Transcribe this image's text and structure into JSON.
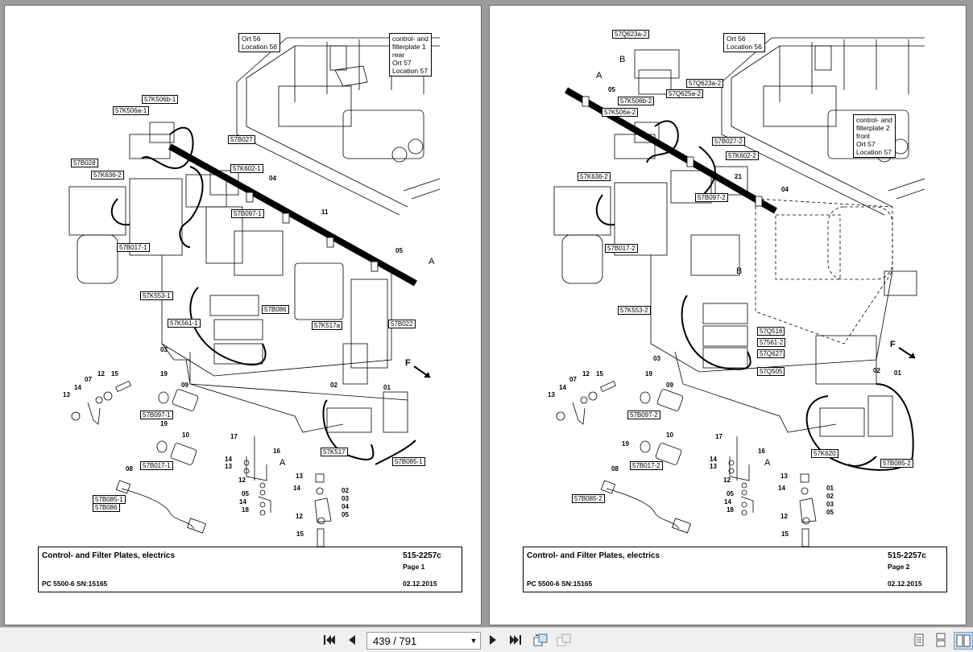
{
  "pages": [
    {
      "labels": {
        "callout_ort56_line1": "Ort 56",
        "callout_ort56_line2": "Location 56",
        "callout_plate_line1": "control- and",
        "callout_plate_line2": "filterplate 1",
        "callout_plate_line3": "rear",
        "callout_plate_line4": "Ort 57",
        "callout_plate_line5": "Location 57",
        "k506b": "57K506b-1",
        "k506a": "57K506a-1",
        "b027": "57B027",
        "b028": "57B028",
        "k636": "57K636-2",
        "k602": "57K602-1",
        "b097": "57B097-1",
        "b017": "57B017-1",
        "k553": "57K553-1",
        "b086": "57B086",
        "k561": "57K561-1",
        "k517a": "57K517a",
        "b022": "57B022",
        "k517": "57K517",
        "b085": "57B085-1",
        "b097b": "57B097-1",
        "b017b": "57B017-1",
        "b085b": "57B085-1",
        "b086b": "57B086",
        "n04": "04",
        "n11": "11",
        "n05": "05",
        "n03": "03",
        "n02": "02",
        "n01": "01",
        "letterA": "A",
        "letterF": "F",
        "letterA2": "A",
        "p13": "13",
        "p14": "14",
        "p07": "07",
        "p12": "12",
        "p15": "15",
        "p19": "19",
        "p09": "09",
        "p19b": "19",
        "p10": "10",
        "p08": "08",
        "p17": "17",
        "p16": "16",
        "p14b": "14",
        "p13b": "13",
        "p12b": "12",
        "p05": "05",
        "p14c": "14",
        "p18": "18",
        "p13c": "13",
        "p14d": "14",
        "p02": "02",
        "p03": "03",
        "p04": "04",
        "p05b": "05",
        "p12c": "12",
        "p15b": "15"
      },
      "title": "Control- and Filter Plates, electrics",
      "model": "PC 5500-6 SN:15165",
      "code": "515-2257c",
      "page": "Page 1",
      "date": "02.12.2015"
    },
    {
      "labels": {
        "q623a": "57Q623a-2",
        "letterB": "B",
        "letterA": "A",
        "n05": "05",
        "q623a2": "57Q623a-2",
        "q625a": "57Q625a-2",
        "k506b": "57K506b-2",
        "k506a": "57K506a-2",
        "callout_ort56_line1": "Ort 56",
        "callout_ort56_line2": "Location 56",
        "callout_plate_line1": "control- and",
        "callout_plate_line2": "filterplate 2",
        "callout_plate_line3": "front",
        "callout_plate_line4": "Ort 57",
        "callout_plate_line5": "Location 57",
        "b027": "57B027-2",
        "k602": "57K602-2",
        "k636": "57K636-2",
        "n21": "21",
        "n04": "04",
        "b097": "57B097-2",
        "b017": "57B017-2",
        "letterB2": "B",
        "k553": "57K553-2",
        "q516": "57Q516",
        "k561": "57561-2",
        "q627": "57Q627",
        "q505": "57Q505",
        "letterF": "F",
        "n03": "03",
        "n02": "02",
        "n01": "01",
        "k620": "57K620",
        "b085": "57B085-2",
        "p13": "13",
        "p14": "14",
        "p07": "07",
        "p12": "12",
        "p15": "15",
        "p19": "19",
        "p09": "09",
        "p19b": "19",
        "p10": "10",
        "p08": "08",
        "b097b": "57B097-2",
        "b017b": "57B017-2",
        "b085b": "57B085-2",
        "p17": "17",
        "p16": "16",
        "p14b": "14",
        "p13b": "13",
        "letterA2": "A",
        "p12b": "12",
        "p05": "05",
        "p14c": "14",
        "p18": "18",
        "p13c": "13",
        "p14d": "14",
        "p01": "01",
        "p02": "02",
        "p03": "03",
        "p05b": "05",
        "p12c": "12",
        "p15b": "15"
      },
      "title": "Control- and Filter Plates, electrics",
      "model": "PC 5500-6 SN:15165",
      "code": "515-2257c",
      "page": "Page 2",
      "date": "02.12.2015"
    }
  ],
  "toolbar": {
    "page_indicator": "439 / 791",
    "buttons": [
      "first-page",
      "previous-page",
      "next-page",
      "last-page",
      "rotate",
      "rotate-disabled",
      "single-page-view",
      "continuous-view",
      "two-page-view"
    ]
  },
  "colors": {
    "background": "#9c9c9c",
    "toolbar": "#f0f0f0",
    "page": "#ffffff"
  }
}
